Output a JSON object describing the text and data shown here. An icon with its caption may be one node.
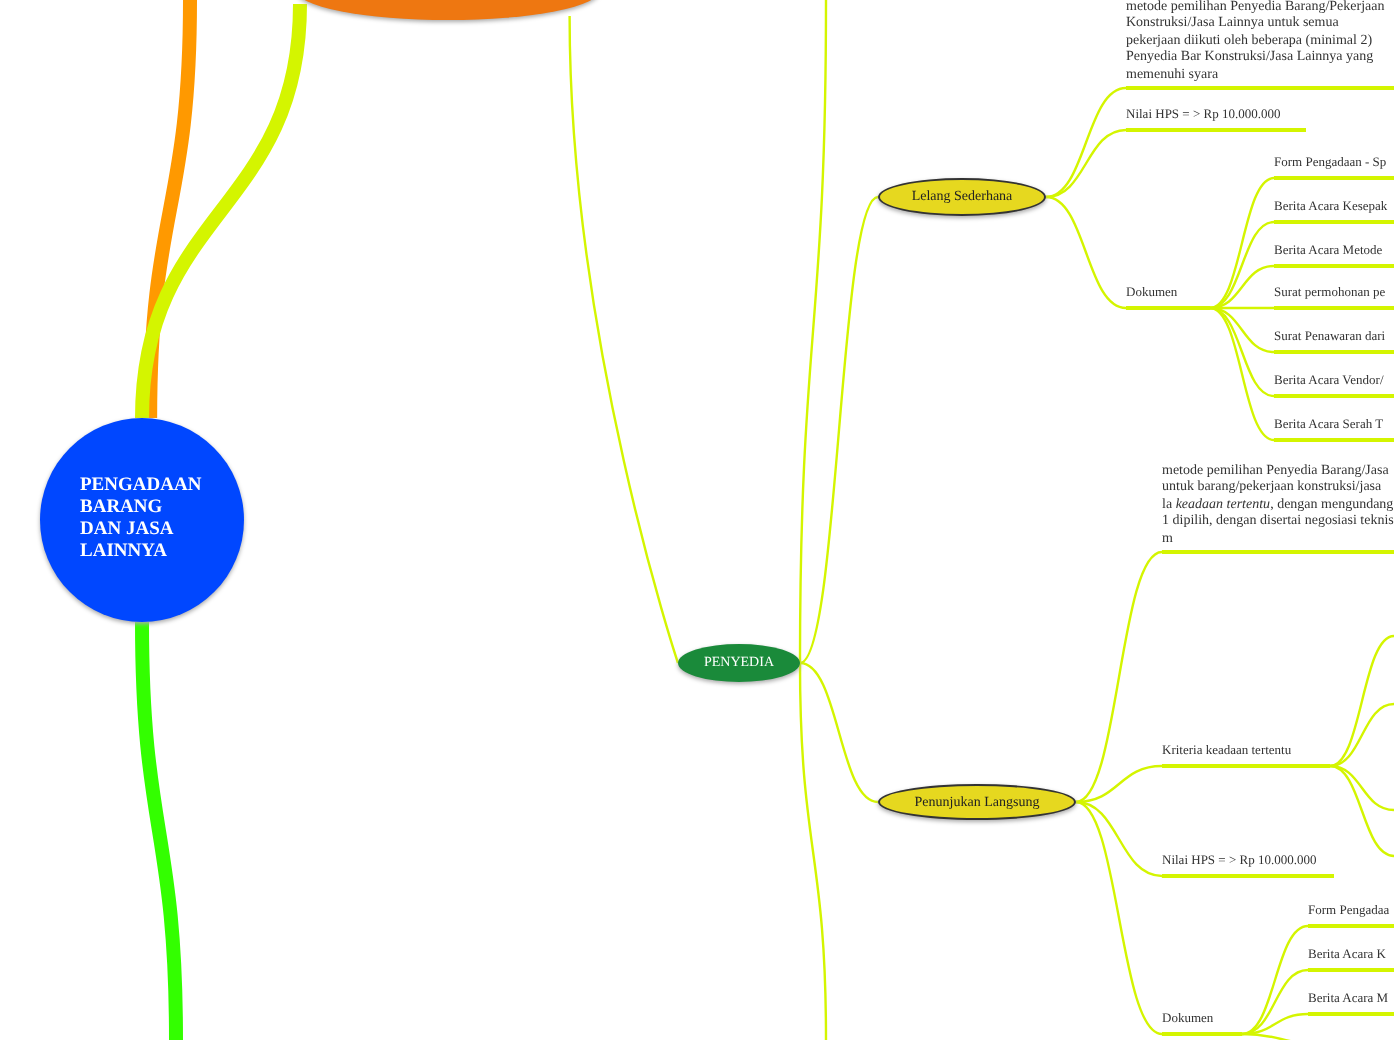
{
  "diagram": {
    "nodes": [
      {
        "text": [
          "PENGADAAN BARANG DAN JASA LAINNYA"
        ]
      },
      {
        "text": [],
        "shape": "ellipse"
      },
      {
        "text": [
          "PENYEDIA"
        ]
      },
      {
        "text": [
          "Lelang Sederhana"
        ]
      },
      {
        "text": [
          "metode pemilihan Penyedia Barang/Pekerjaan Konstruksi/Jasa Lainnya untuk semua pekerjaan diikuti oleh beberapa (minimal 2) Penyedia Bar Konstruksi/Jasa Lainnya yang memenuhi syara"
        ]
      },
      {
        "text": [
          "Nilai HPS = > Rp 10.000.000"
        ]
      },
      {
        "text": [
          "Dokumen"
        ]
      },
      {
        "text": [
          "Form Pengadaan - Sp"
        ]
      },
      {
        "text": [
          "Berita Acara Kesepak"
        ]
      },
      {
        "text": [
          "Berita Acara Metode"
        ]
      },
      {
        "text": [
          "Surat permohonan pe"
        ]
      },
      {
        "text": [
          "Surat Penawaran dari"
        ]
      },
      {
        "text": [
          "Berita Acara Vendor/"
        ]
      },
      {
        "text": [
          "Berita Acara Serah T"
        ]
      },
      {
        "text": [
          "Penunjukan Langsung"
        ]
      },
      {
        "text": [
          "metode pemilihan Penyedia Barang/Jasa untuk barang/pekerjaan konstruksi/jasa la *keadaan tertentu*, dengan mengundang 1 dipilih, dengan disertai negosiasi teknis m"
        ]
      },
      {
        "text": [
          "Kriteria keadaan tertentu"
        ]
      },
      {
        "text": [
          "Nilai HPS = > Rp 10.000.000"
        ]
      },
      {
        "text": [
          "Dokumen"
        ]
      },
      {
        "text": [
          "Form Pengadaa"
        ]
      },
      {
        "text": [
          "Berita Acara K"
        ]
      },
      {
        "text": [
          "Berita Acara M"
        ]
      }
    ],
    "edges": [
      {
        "from": 0,
        "to": null,
        "arrow": "none",
        "style": "thick",
        "color": "#ff9900"
      },
      {
        "from": 0,
        "to": 1,
        "arrow": "none",
        "style": "thick"
      },
      {
        "from": 0,
        "to": null,
        "arrow": "none",
        "style": "thick",
        "color": "#33ff00"
      },
      {
        "from": 1,
        "to": 2,
        "arrow": "none"
      },
      {
        "from": 2,
        "to": null,
        "arrow": "none"
      },
      {
        "from": 2,
        "to": 3,
        "arrow": "none"
      },
      {
        "from": 2,
        "to": 14,
        "arrow": "none"
      },
      {
        "from": 2,
        "to": null,
        "arrow": "none"
      },
      {
        "from": 3,
        "to": 4,
        "arrow": "none"
      },
      {
        "from": 3,
        "to": 5,
        "arrow": "none"
      },
      {
        "from": 3,
        "to": 6,
        "arrow": "none"
      },
      {
        "from": 6,
        "to": 7,
        "arrow": "none"
      },
      {
        "from": 6,
        "to": 8,
        "arrow": "none"
      },
      {
        "from": 6,
        "to": 9,
        "arrow": "none"
      },
      {
        "from": 6,
        "to": 10,
        "arrow": "none"
      },
      {
        "from": 6,
        "to": 11,
        "arrow": "none"
      },
      {
        "from": 6,
        "to": 12,
        "arrow": "none"
      },
      {
        "from": 6,
        "to": 13,
        "arrow": "none"
      },
      {
        "from": 14,
        "to": 15,
        "arrow": "none"
      },
      {
        "from": 14,
        "to": 16,
        "arrow": "none"
      },
      {
        "from": 14,
        "to": 17,
        "arrow": "none"
      },
      {
        "from": 14,
        "to": 18,
        "arrow": "none"
      },
      {
        "from": 16,
        "to": null,
        "arrow": "none"
      },
      {
        "from": 16,
        "to": null,
        "arrow": "none"
      },
      {
        "from": 16,
        "to": null,
        "arrow": "none"
      },
      {
        "from": 16,
        "to": null,
        "arrow": "none"
      },
      {
        "from": 18,
        "to": 19,
        "arrow": "none"
      },
      {
        "from": 18,
        "to": 20,
        "arrow": "none"
      },
      {
        "from": 18,
        "to": 21,
        "arrow": "none"
      },
      {
        "from": 18,
        "to": null,
        "arrow": "none"
      }
    ]
  }
}
